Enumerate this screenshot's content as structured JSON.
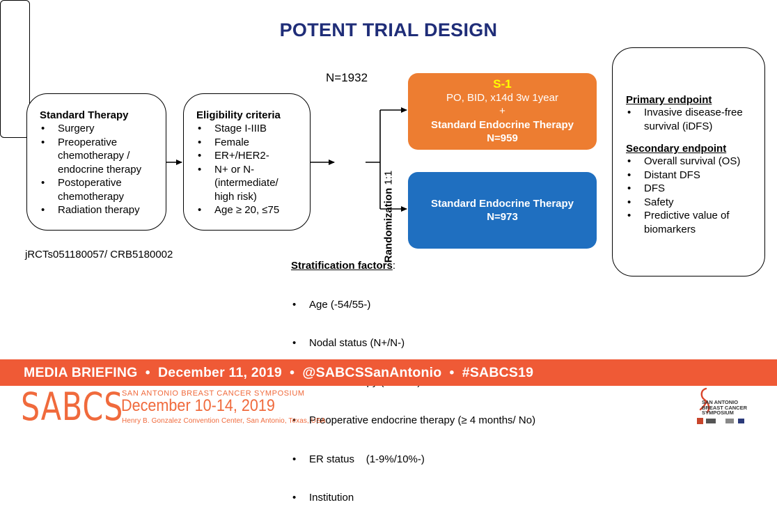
{
  "title": "POTENT TRIAL DESIGN",
  "n_total": "N=1932",
  "standard_therapy": {
    "heading": "Standard Therapy",
    "items": [
      "Surgery",
      "Preoperative chemotherapy / endocrine therapy",
      "Postoperative chemotherapy",
      "Radiation therapy"
    ]
  },
  "eligibility": {
    "heading": "Eligibility criteria",
    "items": [
      "Stage I-IIIB",
      "Female",
      "ER+/HER2-",
      "N+ or N- (intermediate/ high risk)",
      "Age ≥ 20,  ≤75"
    ]
  },
  "randomization": {
    "label": "Randomization",
    "ratio": "1:1"
  },
  "arm_s1": {
    "drug": "S-1",
    "regimen": "PO, BID, x14d 3w 1year",
    "plus": "+",
    "therapy": "Standard Endocrine Therapy",
    "n": "N=959",
    "color": "#ed7d31",
    "drug_color": "#ffff00"
  },
  "arm_std": {
    "therapy": "Standard Endocrine Therapy",
    "n": "N=973",
    "color": "#1f6fc0"
  },
  "endpoints": {
    "primary_heading": "Primary endpoint",
    "primary_items": [
      "Invasive disease-free survival (iDFS)"
    ],
    "secondary_heading": "Secondary endpoint",
    "secondary_items": [
      "Overall survival (OS)",
      "Distant DFS",
      "DFS",
      "Safety",
      "Predictive value of biomarkers"
    ]
  },
  "registry": "jRCTs051180057/ CRB5180002",
  "stratification": {
    "heading": "Stratification factors",
    "heading_suffix": ":",
    "items": [
      "Age (-54/55-)",
      "Nodal status (N+/N-)",
      "Chemotherapy (Yes/No)",
      "Preoperative endocrine therapy (≥ 4 months/ No)",
      "ER status    (1-9%/10%-)",
      "Institution"
    ]
  },
  "banner": {
    "text": "MEDIA BRIEFING  •  December 11, 2019  •  @SABCSSanAntonio  •  #SABCS19",
    "color": "#ef5a36"
  },
  "footer": {
    "logo": "SABCS",
    "symposium_name": "SAN ANTONIO BREAST CANCER SYMPOSIUM",
    "dates": "December 10-14, 2019",
    "venue": "Henry B. Gonzalez Convention Center, San Antonio, Texas, USA",
    "accent_color": "#f06a3c"
  },
  "corner_logo": {
    "line1": "SAN ANTONIO",
    "line2": "BREAST CANCER",
    "line3": "SYMPOSIUM"
  }
}
